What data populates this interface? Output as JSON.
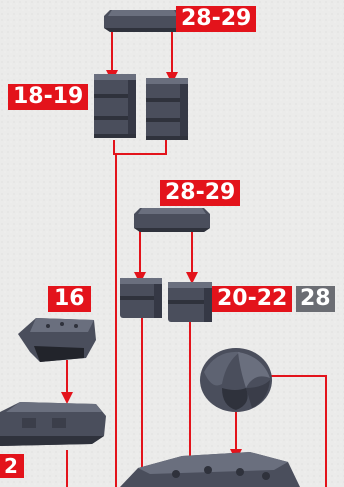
{
  "colors": {
    "background": "#ebebea",
    "label_red": "#e3131b",
    "label_gray": "#6b6d73",
    "line_red": "#e3131b",
    "part_fill": "#4a4e5c",
    "part_shadow": "#2f323c",
    "part_highlight": "#6a6f7e"
  },
  "labels": {
    "top_lid": "28-29",
    "top_crates": "18-19",
    "mid_lid": "28-29",
    "mid_crates": "20-22",
    "mid_crates_alt": "28",
    "cart_body": "16",
    "edge_left": "2"
  },
  "parts": [
    "lid-top",
    "crate-top-left",
    "crate-top-right",
    "lid-mid",
    "crate-mid-left",
    "crate-mid-right",
    "cart-piece",
    "base-block",
    "cabbage",
    "bottom-base"
  ]
}
